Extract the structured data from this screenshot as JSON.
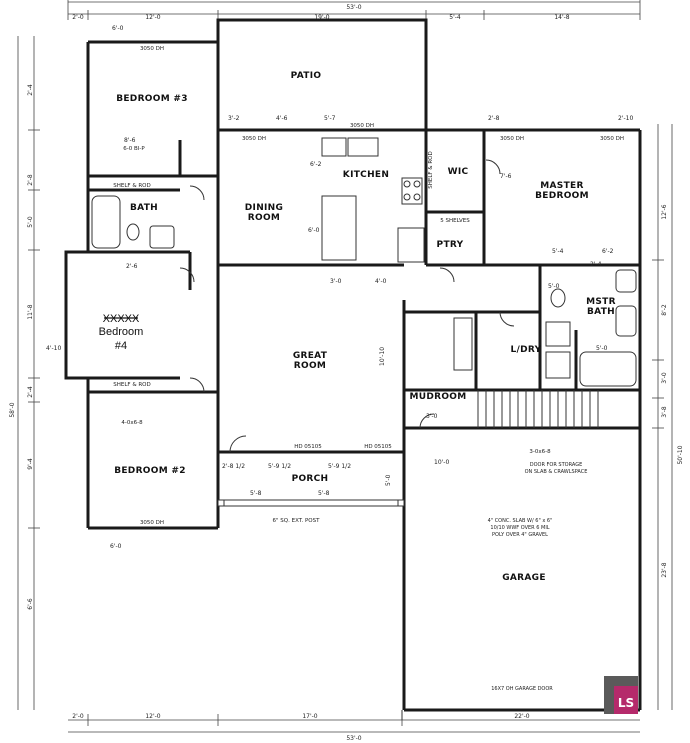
{
  "rooms": {
    "patio": "PATIO",
    "bedroom3": "BEDROOM #3",
    "bath": "BATH",
    "dining_line1": "DINING",
    "dining_line2": "ROOM",
    "kitchen": "KITCHEN",
    "wic": "WIC",
    "master_line1": "MASTER",
    "master_line2": "BEDROOM",
    "ptry": "PTRY",
    "great_line1": "GREAT",
    "great_line2": "ROOM",
    "mstr_line1": "MSTR",
    "mstr_line2": "BATH",
    "ldry": "L/DRY",
    "mudroom": "MUDROOM",
    "bedroom2": "BEDROOM #2",
    "porch": "PORCH",
    "garage": "GARAGE"
  },
  "bedroom4": {
    "struck": "XXXXX",
    "line1": "Bedroom",
    "line2": "#4"
  },
  "labels": {
    "shelf_rod_1": "SHELF & ROD",
    "shelf_rod_2": "SHELF & ROD",
    "shelves": "5 SHELVES",
    "shelf_rod_wic": "SHELF & ROD",
    "win_b3": "3050 DH",
    "win_kit": "3050 DH",
    "win_dining": "3050 DH",
    "win_master_1": "3050 DH",
    "win_master_2": "3050 DH",
    "win_great_1": "HD 05105",
    "win_great_2": "HD 05105",
    "win_b2": "3050 DH",
    "door_b3": "6-0 BI-P",
    "door_b2": "4-0x6-8",
    "ext_post": "6\" SQ. EXT. POST",
    "garage_door_storage": "DOOR FOR STORAGE",
    "garage_crawl": "ON SLAB & CRAWLSPACE",
    "slab_note_1": "4\" CONC. SLAB W/ 6\" x 6\"",
    "slab_note_2": "10/10 WWF OVER 6 MIL",
    "slab_note_3": "POLY OVER 4\" GRAVEL",
    "garage_overhead": "16X7 OH GARAGE DOOR",
    "door_mud": "3-0x6-8",
    "logo": "LS"
  },
  "dims": {
    "top_overall": "53'-0",
    "top_1": "2'-0",
    "top_2": "12'-0",
    "top_3": "19'-0",
    "top_4": "5'-4",
    "top_5": "14'-8",
    "bottom_overall": "53'-0",
    "bottom_1": "2'-0",
    "bottom_2": "12'-0",
    "bottom_3": "17'-0",
    "bottom_4": "22'-0",
    "left_overall": "58'-0",
    "left_1": "2'-4",
    "left_2": "2'-8",
    "left_3": "5'-0",
    "left_4": "11'-8",
    "left_5": "2'-4",
    "left_6": "9'-4",
    "left_7": "6'-6",
    "right_overall": "50'-10",
    "right_1": "12'-6",
    "right_2": "8'-2",
    "right_3": "3'-0",
    "right_4": "3'-8",
    "right_5": "23'-8",
    "kitchen_v": "6'-2",
    "dining_v": "6'-0",
    "great_v": "10'-10",
    "porch_a": "5'-8",
    "porch_b": "5'-8",
    "porch_c": "5'-0",
    "porch_d": "2'-8 1/2",
    "porch_e": "5'-9 1/2",
    "porch_f": "5'-9 1/2",
    "garage_top": "10'-0",
    "b2_w": "6'-0",
    "b4_w": "2'-6",
    "b4_v": "4'-10",
    "pantry_v": "3'-0",
    "kit_v2": "4'-0",
    "mb_a": "5'-4",
    "mb_b": "6'-2",
    "mb_c": "2'-4",
    "ldry_v": "5'-0",
    "ldry_h": "5'-0",
    "mud_v": "3'-0",
    "kit_h1": "4'-6",
    "kit_h2": "5'-7",
    "kit_h3": "3'-2",
    "mb_top_1": "2'-8",
    "mb_top_2": "2'-10",
    "wic_v": "7'-6",
    "bath_v": "8'-6",
    "b3_v": "6'-0"
  }
}
